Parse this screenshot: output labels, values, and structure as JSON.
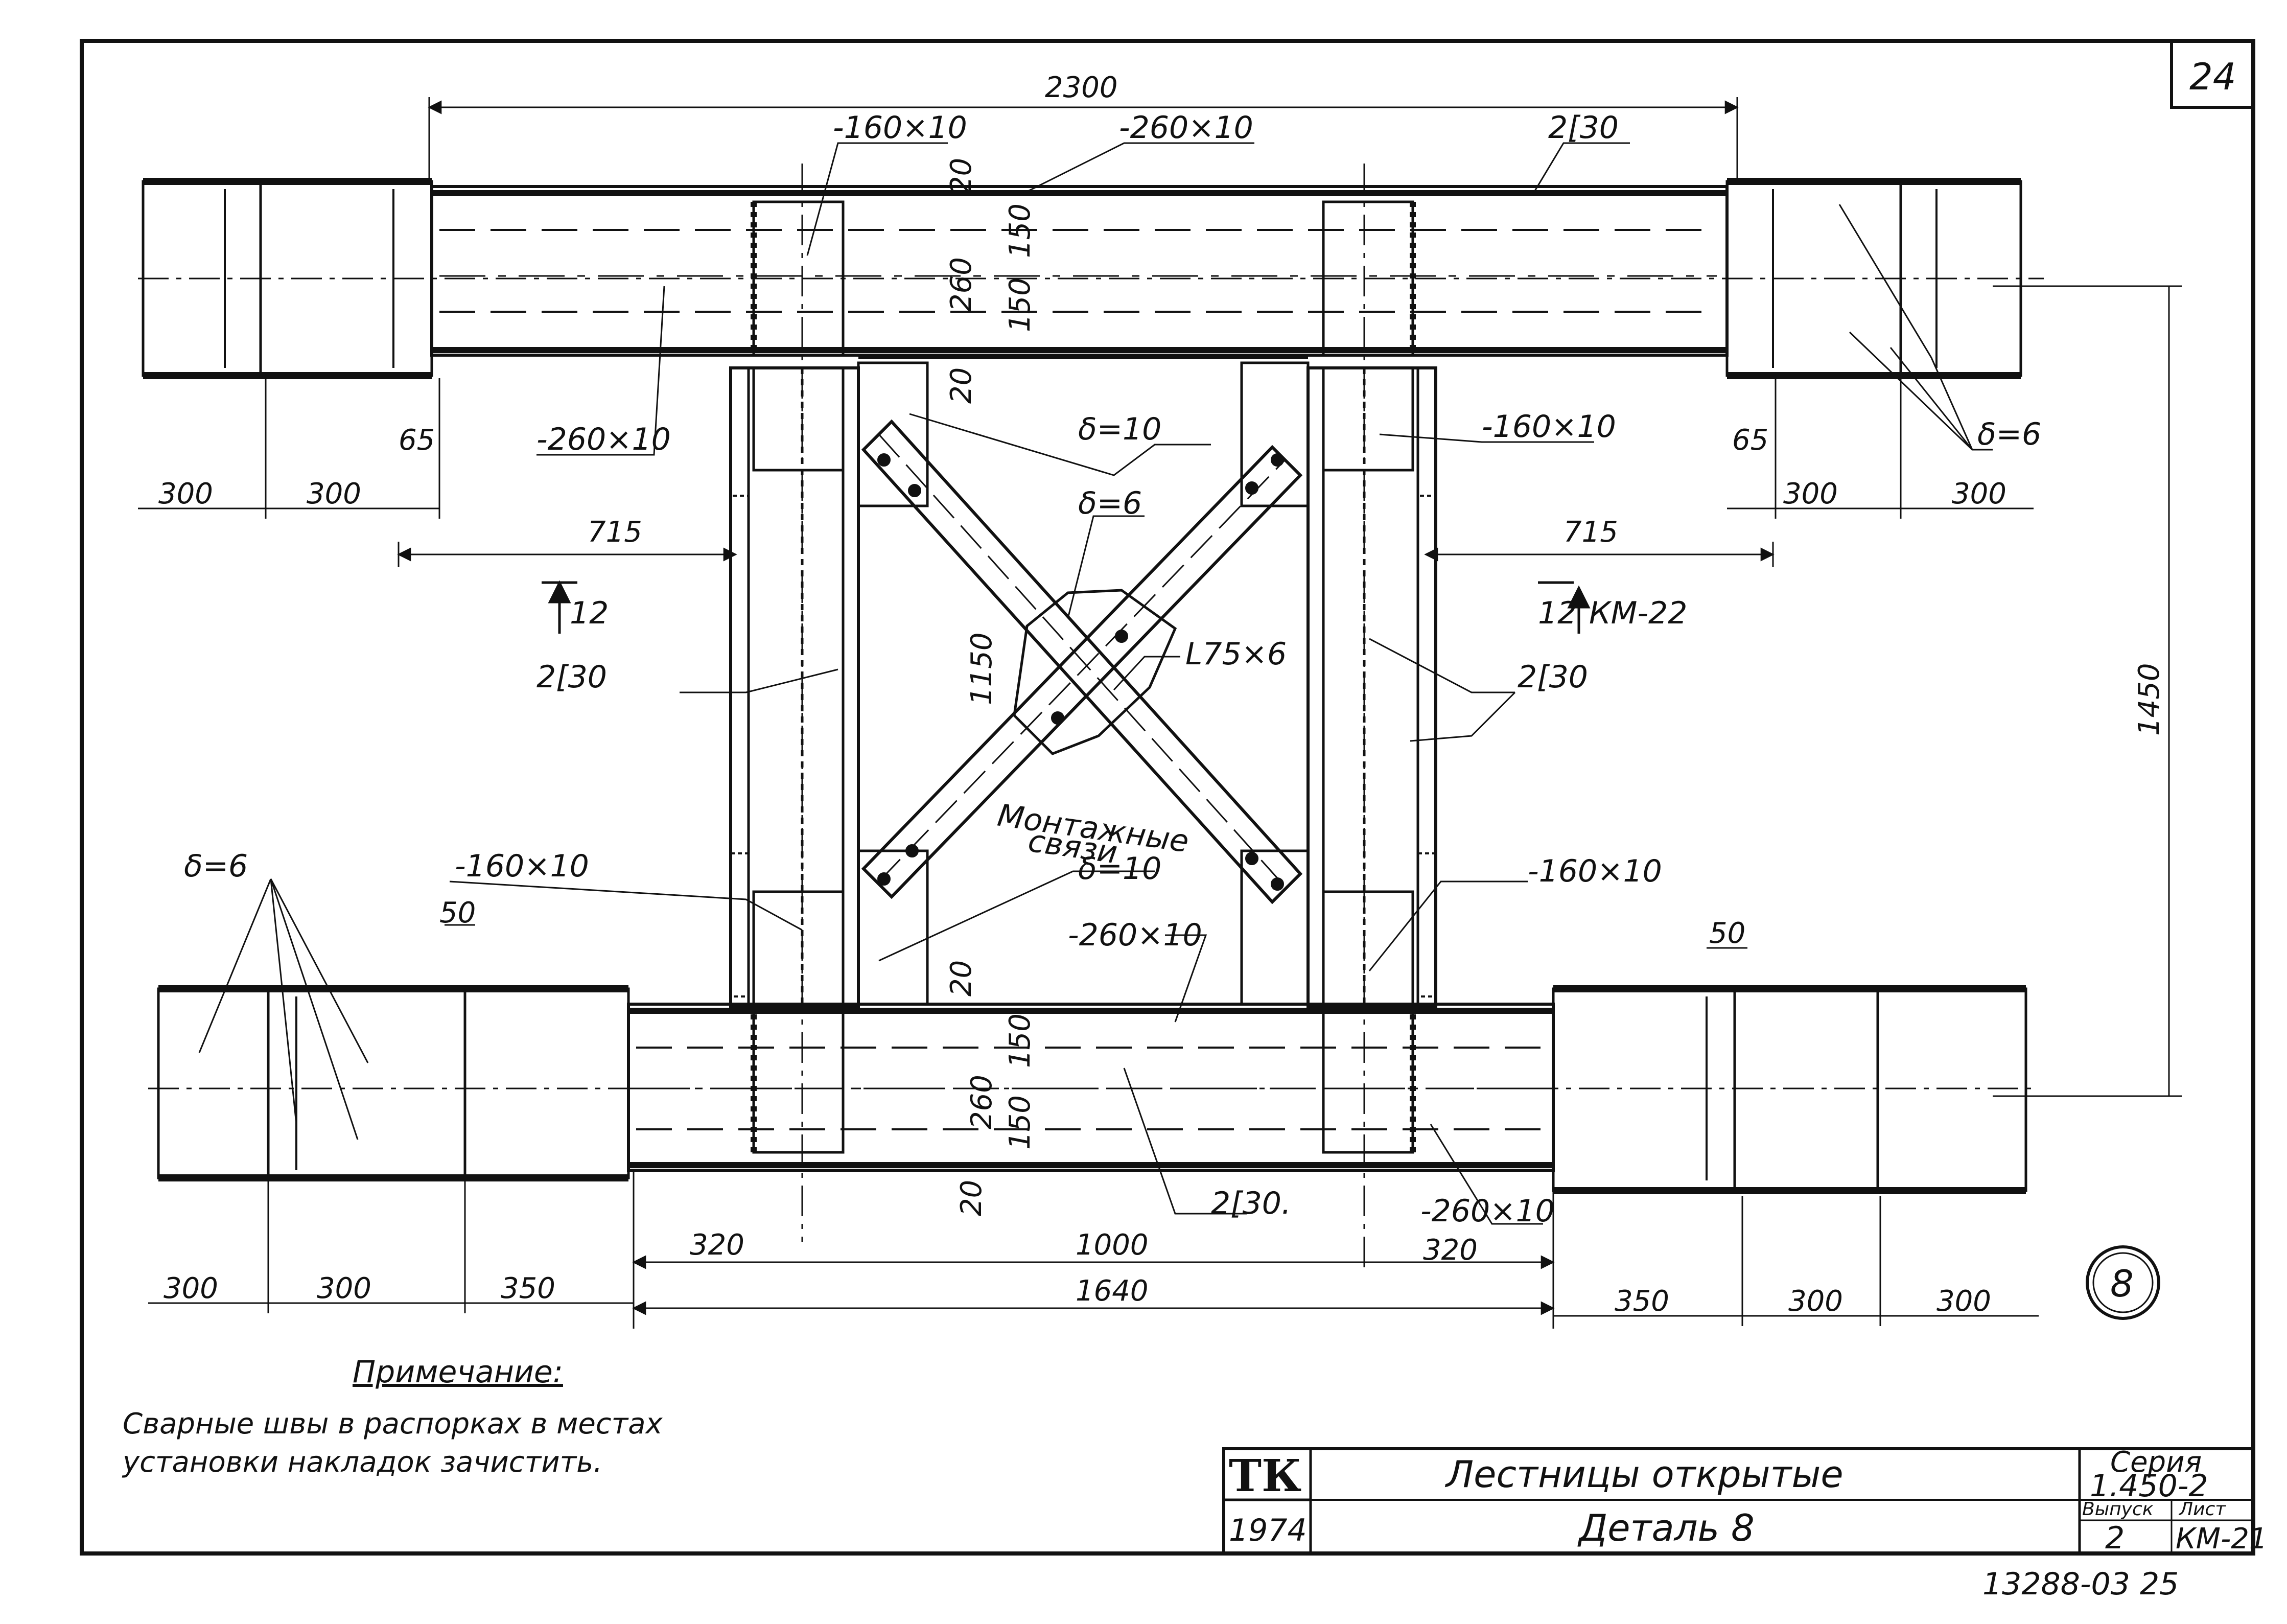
{
  "sheet": {
    "page_number": "24",
    "detail_number": "8",
    "footer_code": "13288-03  25"
  },
  "dimensions": {
    "top_overall": "2300",
    "top_left_300a": "300",
    "top_left_300b": "300",
    "top_left_65": "65",
    "top_left_715": "715",
    "top_right_65": "65",
    "top_right_300a": "300",
    "top_right_300b": "300",
    "top_right_715": "715",
    "top_beam_20": "20",
    "top_beam_260": "260",
    "top_beam_150a": "150",
    "top_beam_150b": "150",
    "frame_20_top": "20",
    "frame_1150": "1150",
    "frame_20_bottom": "20",
    "right_1450": "1450",
    "bottom_50_left": "50",
    "bottom_50_right": "50",
    "bottom_beam_150a": "150",
    "bottom_beam_260": "260",
    "bottom_beam_150b": "150",
    "bottom_beam_20": "20",
    "bottom_320_left": "320",
    "bottom_1000": "1000",
    "bottom_320_right": "320",
    "bottom_1640": "1640",
    "bottom_left_300a": "300",
    "bottom_left_300b": "300",
    "bottom_left_350": "350",
    "bottom_right_350": "350",
    "bottom_right_300a": "300",
    "bottom_right_300b": "300"
  },
  "labels": {
    "plate_160_top": "-160×10",
    "plate_260_top": "-260×10",
    "channel_top": "2[30",
    "plate_260_left": "-260×10",
    "delta_10_top": "δ=10",
    "delta_6_center": "δ=6",
    "plate_160_right_top": "-160×10",
    "delta_6_right": "δ=6",
    "section_left_num": "12",
    "section_right_num": "12",
    "section_right_ref": "КМ-22",
    "channel_left": "2[30",
    "angle": "L75×6",
    "channel_right": "2[30",
    "montage_1": "Монтажные",
    "montage_2": "связи",
    "delta_6_left": "δ=6",
    "plate_160_bottom_left": "-160×10",
    "delta_10_bottom": "δ=10",
    "plate_160_bottom_right": "-160×10",
    "plate_260_bottom": "-260×10",
    "channel_bottom": "2[30.",
    "plate_260_bottom_right": "-260×10"
  },
  "note": {
    "title": "Примечание:",
    "line1": "Сварные швы в распорках в местах",
    "line2": "установки накладок зачистить."
  },
  "title_block": {
    "logo": "ТК",
    "year": "1974",
    "title": "Лестницы открытые",
    "subtitle": "Деталь 8",
    "series_label": "Серия",
    "series_value": "1.450-2",
    "issue_label": "Выпуск",
    "sheet_label": "Лист",
    "issue_value": "2",
    "sheet_value": "КМ-21"
  }
}
